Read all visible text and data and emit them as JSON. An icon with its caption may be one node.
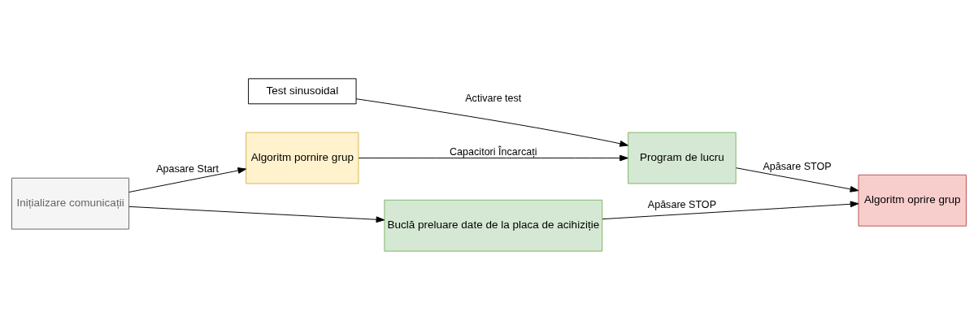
{
  "diagram": {
    "nodes": [
      {
        "text": [
          "Inițializare comunicații"
        ]
      },
      {
        "text": [
          "Algoritm pornire grup"
        ]
      },
      {
        "text": [
          "Program de lucru"
        ]
      },
      {
        "text": [
          "Test sinusoidal"
        ]
      },
      {
        "text": [
          "Algoritm oprire grup"
        ]
      },
      {
        "text": [
          "Buclă preluare date de la placa de acihiziție"
        ]
      }
    ],
    "edges": [
      {
        "from": 0,
        "to": 1,
        "arrow": "to",
        "label": "Apasare Start"
      },
      {
        "from": 1,
        "to": 2,
        "arrow": "to",
        "label": "Capacitori Încarcați"
      },
      {
        "from": 3,
        "to": 2,
        "arrow": "to",
        "label": "Activare test"
      },
      {
        "from": 2,
        "to": 4,
        "arrow": "to",
        "label": "Apăsare STOP"
      },
      {
        "from": 0,
        "to": 5,
        "arrow": "to"
      },
      {
        "from": 5,
        "to": 4,
        "arrow": "to",
        "label": "Apăsare STOP"
      }
    ]
  }
}
